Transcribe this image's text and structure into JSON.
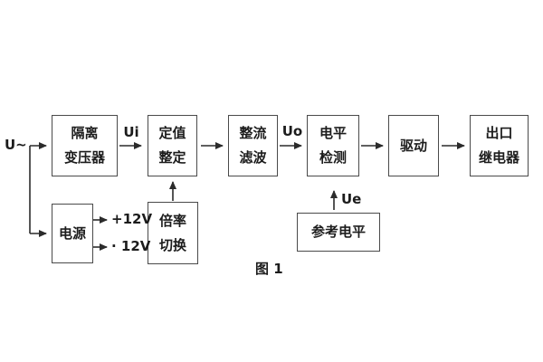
{
  "figure": {
    "caption": "图 1",
    "background_color": "#ffffff",
    "box_border_color": "#4a4a4a",
    "wire_color": "#2b2b2b",
    "text_color": "#1c1c1c"
  },
  "blocks": {
    "isolation_transformer": {
      "line1": "隔离",
      "line2": "变压器"
    },
    "setting": {
      "line1": "定值",
      "line2": "整定"
    },
    "rectifier_filter": {
      "line1": "整流",
      "line2": "滤波"
    },
    "level_detection": {
      "line1": "电平",
      "line2": "检测"
    },
    "drive": {
      "label": "驱动"
    },
    "output_relay": {
      "line1": "出口",
      "line2": "继电器"
    },
    "power_supply": {
      "label": "电源"
    },
    "ratio_switch": {
      "line1": "倍率",
      "line2": "切换"
    },
    "reference_level": {
      "label": "参考电平"
    }
  },
  "signals": {
    "input": "U~",
    "ui": "Ui",
    "uo": "Uo",
    "ue": "Ue",
    "plus_12v": "+12V",
    "minus_12v": "· 12V"
  }
}
